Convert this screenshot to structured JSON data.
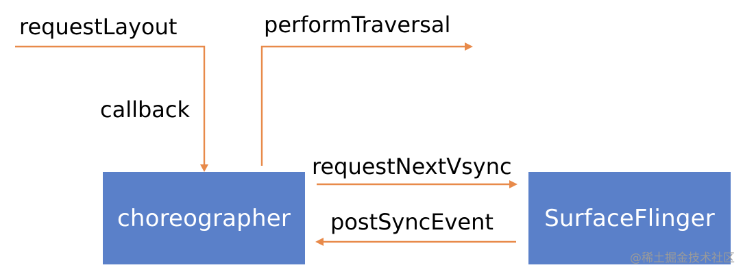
{
  "nodes": {
    "choreographer": "choreographer",
    "surface_flinger": "SurfaceFlinger"
  },
  "edges": {
    "request_layout": "requestLayout",
    "perform_traversal": "performTraversal",
    "callback": "callback",
    "request_next_vsync": "requestNextVsync",
    "post_sync_event": "postSyncEvent"
  },
  "watermark": "@稀土掘金技术社区",
  "colors": {
    "node_fill": "#5a80c9",
    "node_text": "#ffffff",
    "arrow": "#e88a4a",
    "label_text": "#000000",
    "watermark_text": "#9a9a9a"
  }
}
